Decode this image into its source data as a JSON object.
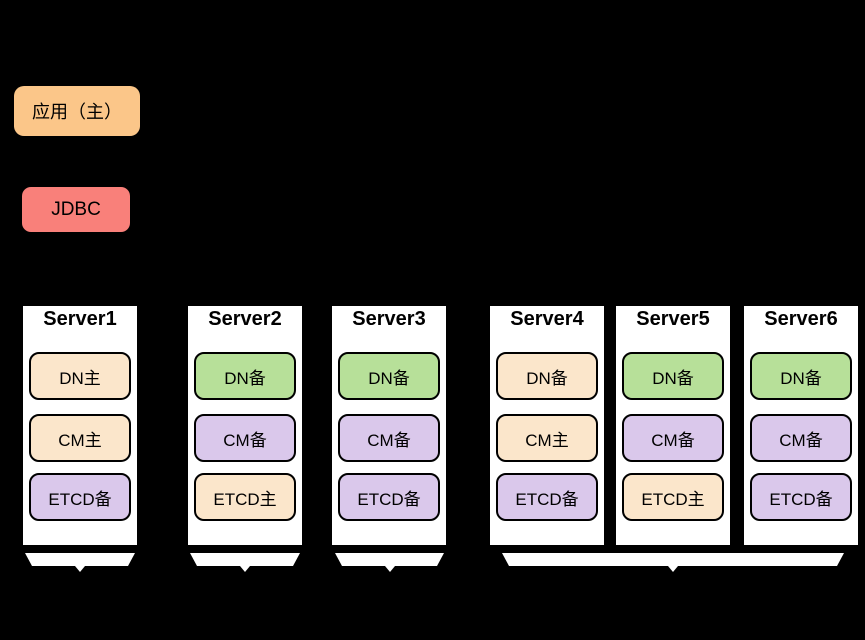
{
  "diagram": {
    "background": "#000000",
    "app_box": {
      "label": "应用（主）",
      "bg": "#FBC689"
    },
    "jdbc_box": {
      "label": "JDBC",
      "bg": "#F9807A"
    },
    "arrow": {
      "from": "JDBC",
      "to": "Server1 DN主",
      "color": "#000000"
    },
    "server_style": {
      "bg": "#FFFFFF",
      "border": "#000000"
    },
    "brace_color": "#FFFFFF",
    "servers": [
      {
        "name": "Server1",
        "components": [
          {
            "label": "DN主",
            "bg": "#FBE6CB"
          },
          {
            "label": "CM主",
            "bg": "#FBE6CB"
          },
          {
            "label": "ETCD备",
            "bg": "#DAC8EB"
          }
        ]
      },
      {
        "name": "Server2",
        "components": [
          {
            "label": "DN备",
            "bg": "#B7E099"
          },
          {
            "label": "CM备",
            "bg": "#DAC8EB"
          },
          {
            "label": "ETCD主",
            "bg": "#FBE6CB"
          }
        ]
      },
      {
        "name": "Server3",
        "components": [
          {
            "label": "DN备",
            "bg": "#B7E099"
          },
          {
            "label": "CM备",
            "bg": "#DAC8EB"
          },
          {
            "label": "ETCD备",
            "bg": "#DAC8EB"
          }
        ]
      },
      {
        "name": "Server4",
        "components": [
          {
            "label": "DN备",
            "bg": "#FBE6CB"
          },
          {
            "label": "CM主",
            "bg": "#FBE6CB"
          },
          {
            "label": "ETCD备",
            "bg": "#DAC8EB"
          }
        ]
      },
      {
        "name": "Server5",
        "components": [
          {
            "label": "DN备",
            "bg": "#B7E099"
          },
          {
            "label": "CM备",
            "bg": "#DAC8EB"
          },
          {
            "label": "ETCD主",
            "bg": "#FBE6CB"
          }
        ]
      },
      {
        "name": "Server6",
        "components": [
          {
            "label": "DN备",
            "bg": "#B7E099"
          },
          {
            "label": "CM备",
            "bg": "#DAC8EB"
          },
          {
            "label": "ETCD备",
            "bg": "#DAC8EB"
          }
        ]
      }
    ],
    "braces": [
      {
        "spans": "Server1"
      },
      {
        "spans": "Server2"
      },
      {
        "spans": "Server3"
      },
      {
        "spans": "Server4-Server6"
      }
    ]
  }
}
